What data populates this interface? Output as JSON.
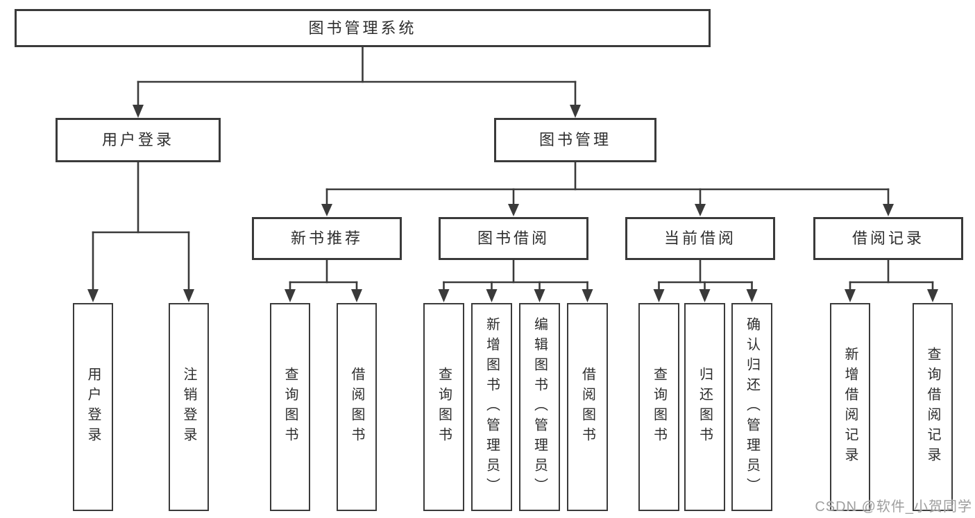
{
  "diagram": {
    "root": {
      "label": "图书管理系统"
    },
    "branches": [
      {
        "label": "用户登录",
        "children": [
          {
            "label": "用户登录"
          },
          {
            "label": "注销登录"
          }
        ]
      },
      {
        "label": "图书管理",
        "children": [
          {
            "label": "新书推荐",
            "children": [
              {
                "label": "查询图书"
              },
              {
                "label": "借阅图书"
              }
            ]
          },
          {
            "label": "图书借阅",
            "children": [
              {
                "label": "查询图书"
              },
              {
                "label": "新增图书（管理员）"
              },
              {
                "label": "编辑图书（管理员）"
              },
              {
                "label": "借阅图书"
              }
            ]
          },
          {
            "label": "当前借阅",
            "children": [
              {
                "label": "查询图书"
              },
              {
                "label": "归还图书"
              },
              {
                "label": "确认归还（管理员）"
              }
            ]
          },
          {
            "label": "借阅记录",
            "children": [
              {
                "label": "新增借阅记录"
              },
              {
                "label": "查询借阅记录"
              }
            ]
          }
        ]
      }
    ]
  },
  "watermark": {
    "text": "CSDN @软件_小贺同学"
  },
  "colors": {
    "line": "#3a3a3a",
    "text": "#2d2d2d",
    "box_background": "#ffffff",
    "watermark": "#9e9e9e"
  }
}
